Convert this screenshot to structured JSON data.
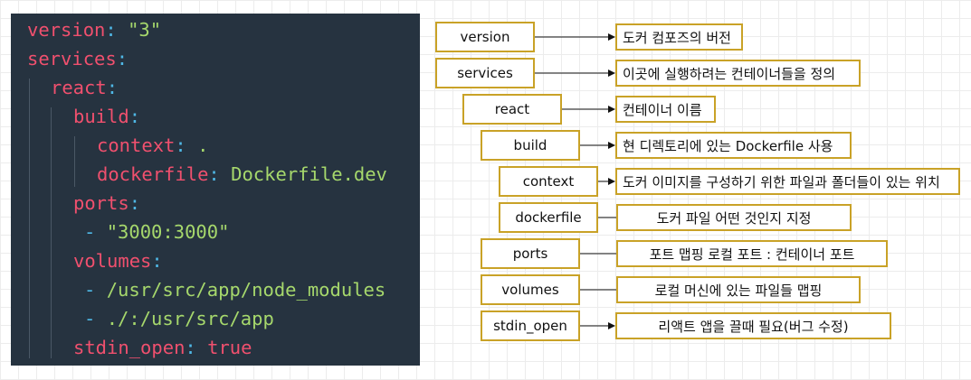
{
  "code": {
    "lines": [
      {
        "key": "version",
        "colon": ": ",
        "value": "\"3\"",
        "vclass": "s"
      },
      {
        "key": "services",
        "colon": ":",
        "value": "",
        "vclass": ""
      },
      {
        "key": "react",
        "colon": ":",
        "value": "",
        "vclass": ""
      },
      {
        "key": "build",
        "colon": ":",
        "value": "",
        "vclass": ""
      },
      {
        "key": "context",
        "colon": ": ",
        "value": ".",
        "vclass": "v"
      },
      {
        "key": "dockerfile",
        "colon": ": ",
        "value": "Dockerfile.dev",
        "vclass": "v"
      },
      {
        "key": "ports",
        "colon": ":",
        "value": "",
        "vclass": ""
      },
      {
        "key": "- ",
        "colon": "",
        "value": "\"3000:3000\"",
        "vclass": "s"
      },
      {
        "key": "volumes",
        "colon": ":",
        "value": "",
        "vclass": ""
      },
      {
        "key": "- ",
        "colon": "",
        "value": "/usr/src/app/node_modules",
        "vclass": "v"
      },
      {
        "key": "- ",
        "colon": "",
        "value": "./:/usr/src/app",
        "vclass": "v"
      },
      {
        "key": "stdin_open",
        "colon": ": ",
        "value": "true",
        "vclass": "b"
      }
    ]
  },
  "diagram": {
    "rows": [
      {
        "label": "version",
        "description": "도커 컴포즈의 버전"
      },
      {
        "label": "services",
        "description": "이곳에 실행하려는 컨테이너들을 정의"
      },
      {
        "label": "react",
        "description": "컨테이너 이름"
      },
      {
        "label": "build",
        "description": "현 디렉토리에 있는 Dockerfile 사용"
      },
      {
        "label": "context",
        "description": "도커 이미지를 구성하기 위한 파일과 폴더들이 있는 위치"
      },
      {
        "label": "dockerfile",
        "description": "도커 파일 어떤 것인지 지정"
      },
      {
        "label": "ports",
        "description": "포트 맵핑   로컬 포트 :  컨테이너 포트"
      },
      {
        "label": "volumes",
        "description": "로컬 머신에 있는 파일들 맵핑"
      },
      {
        "label": "stdin_open",
        "description": "리액트 앱을 끌때 필요(버그 수정)"
      }
    ]
  },
  "colors": {
    "code_background": "#263340",
    "key": "#f0506e",
    "punctuation": "#4fb8e6",
    "value": "#a6d86c",
    "box_border": "#c9a227"
  }
}
